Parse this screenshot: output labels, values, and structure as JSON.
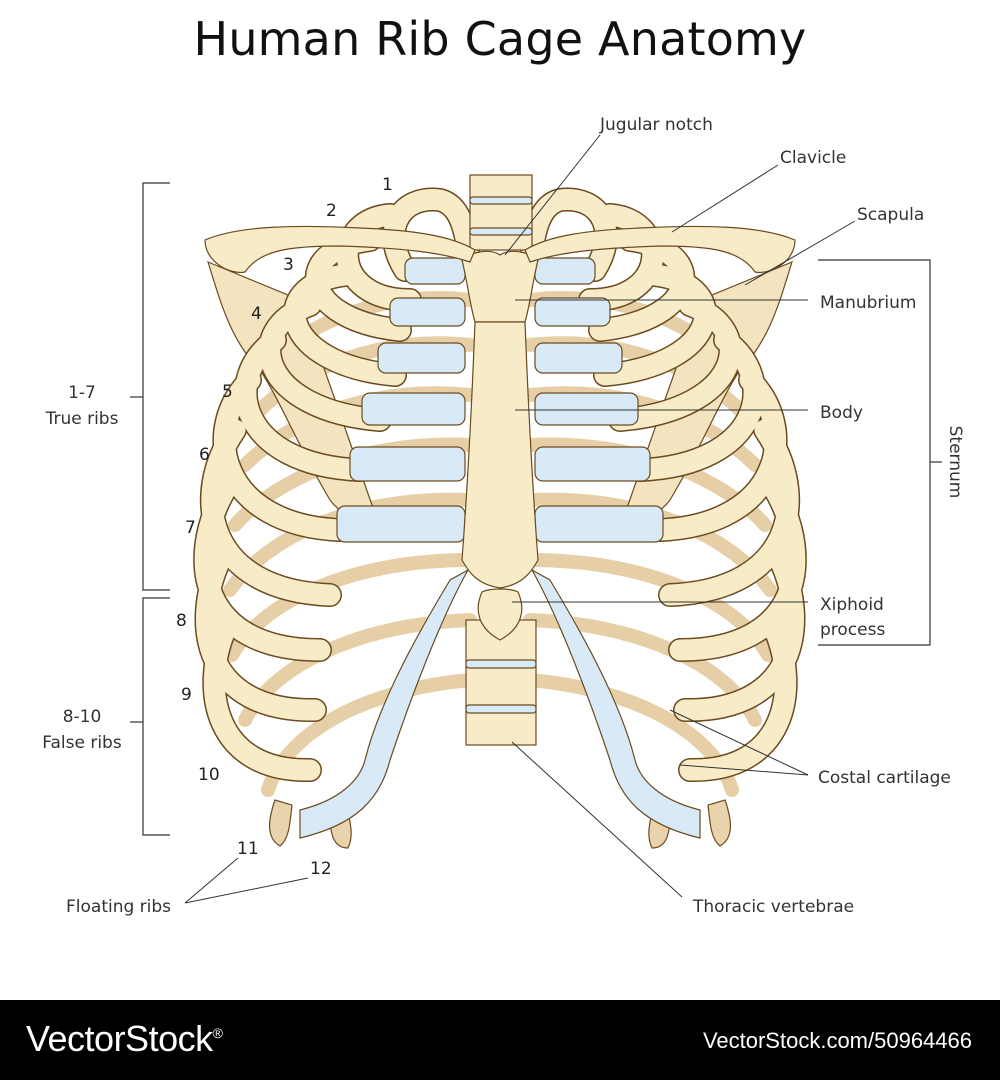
{
  "title": "Human Rib Cage Anatomy",
  "labels": {
    "jugular_notch": "Jugular notch",
    "clavicle": "Clavicle",
    "scapula": "Scapula",
    "manubrium": "Manubrium",
    "body": "Body",
    "xiphoid_line1": "Xiphoid",
    "xiphoid_line2": "process",
    "sternum": "Sternum",
    "costal_cartilage": "Costal cartilage",
    "thoracic_vertebrae": "Thoracic vertebrae",
    "floating_ribs": "Floating ribs",
    "true_ribs_range": "1-7",
    "true_ribs": "True ribs",
    "false_ribs_range": "8-10",
    "false_ribs": "False ribs"
  },
  "rib_numbers": [
    "1",
    "2",
    "3",
    "4",
    "5",
    "6",
    "7",
    "8",
    "9",
    "10",
    "11",
    "12"
  ],
  "colors": {
    "bone": "#f8ecc8",
    "bone_back": "#e9d3ad",
    "cartilage": "#d8e9f7",
    "outline": "#6b4a1e"
  },
  "footer": {
    "brand": "VectorStock",
    "brand_mark": "®",
    "stock_id": "VectorStock.com/50964466"
  }
}
